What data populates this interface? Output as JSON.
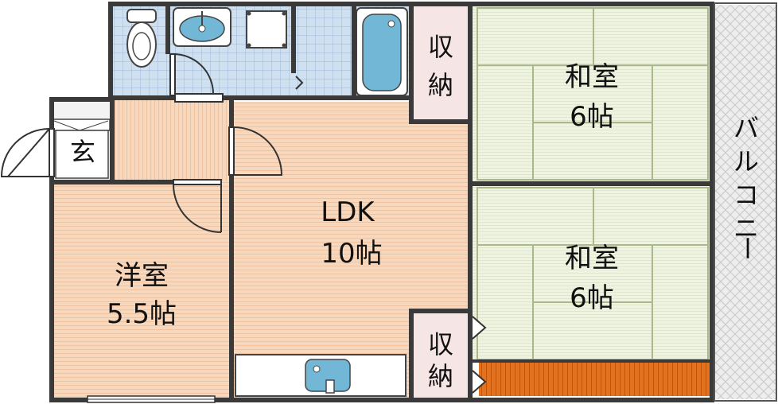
{
  "rooms": {
    "ldk": {
      "name": "LDK",
      "size": "10帖"
    },
    "western": {
      "name": "洋室",
      "size": "5.5帖"
    },
    "japanese_top": {
      "name": "和室",
      "size": "6帖"
    },
    "japanese_bottom": {
      "name": "和室",
      "size": "6帖"
    },
    "entrance": {
      "name": "玄"
    },
    "storage_top": {
      "chars": [
        "収",
        "納"
      ]
    },
    "storage_bottom": {
      "chars": [
        "収",
        "納"
      ]
    },
    "balcony": {
      "chars": [
        "バ",
        "ル",
        "コ",
        "ニ",
        "ー"
      ]
    }
  },
  "colors": {
    "wall": "#3a3a3a",
    "wood_floor": "#f8d8bd",
    "wood_line": "#efc3a2",
    "tatami": "#eef4e0",
    "tatami_line": "#a9b98a",
    "wet_area": "#cfe0f1",
    "wet_grid": "#9db8d6",
    "fixture": "#72b8d6",
    "storage": "#f6e5e5",
    "balcony": "#e9e9e9",
    "flooring": "#e2721f"
  }
}
